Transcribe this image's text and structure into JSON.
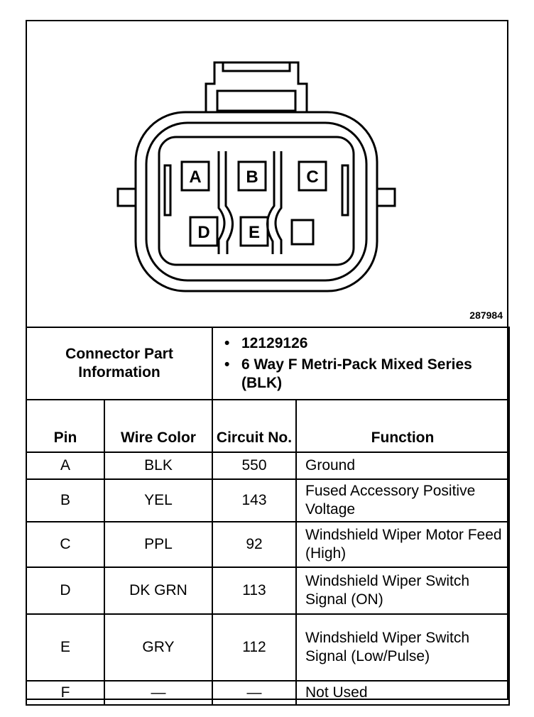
{
  "figure": {
    "id": "287984",
    "pin_labels": [
      "A",
      "B",
      "C",
      "D",
      "E"
    ]
  },
  "connector_part_information": {
    "label": "Connector Part Information",
    "items": [
      "12129126",
      "6 Way F Metri-Pack Mixed Series (BLK)"
    ]
  },
  "pin_table": {
    "headers": {
      "pin": "Pin",
      "wire_color": "Wire Color",
      "circuit_no": "Circuit No.",
      "function": "Function"
    },
    "rows": [
      {
        "pin": "A",
        "wire_color": "BLK",
        "circuit": "550",
        "function": "Ground"
      },
      {
        "pin": "B",
        "wire_color": "YEL",
        "circuit": "143",
        "function": "Fused Accessory Positive Voltage"
      },
      {
        "pin": "C",
        "wire_color": "PPL",
        "circuit": "92",
        "function": "Windshield Wiper Motor Feed (High)"
      },
      {
        "pin": "D",
        "wire_color": "DK GRN",
        "circuit": "113",
        "function": "Windshield Wiper Switch Signal (ON)"
      },
      {
        "pin": "E",
        "wire_color": "GRY",
        "circuit": "112",
        "function": "Windshield Wiper Switch Signal (Low/Pulse)"
      },
      {
        "pin": "F",
        "wire_color": "—",
        "circuit": "—",
        "function": "Not Used"
      }
    ]
  }
}
